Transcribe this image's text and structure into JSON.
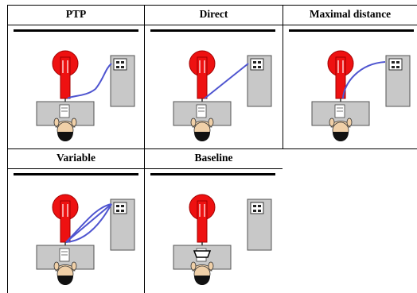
{
  "colors": {
    "robot": "#ee1111",
    "robot_dark": "#a00000",
    "cable": "#4f55d0",
    "table": "#c8c8c8",
    "cabinet": "#c8c8c8",
    "hair": "#111111",
    "skin": "#f0d0a8"
  },
  "panels": [
    {
      "id": "ptp",
      "title": "PTP",
      "path": "ptp",
      "gripper": false
    },
    {
      "id": "direct",
      "title": "Direct",
      "path": "direct",
      "gripper": false
    },
    {
      "id": "maxdist",
      "title": "Maximal distance",
      "path": "maxdist",
      "gripper": false
    },
    {
      "id": "variable",
      "title": "Variable",
      "path": "variable",
      "gripper": false
    },
    {
      "id": "baseline",
      "title": "Baseline",
      "path": "none",
      "gripper": true
    }
  ]
}
